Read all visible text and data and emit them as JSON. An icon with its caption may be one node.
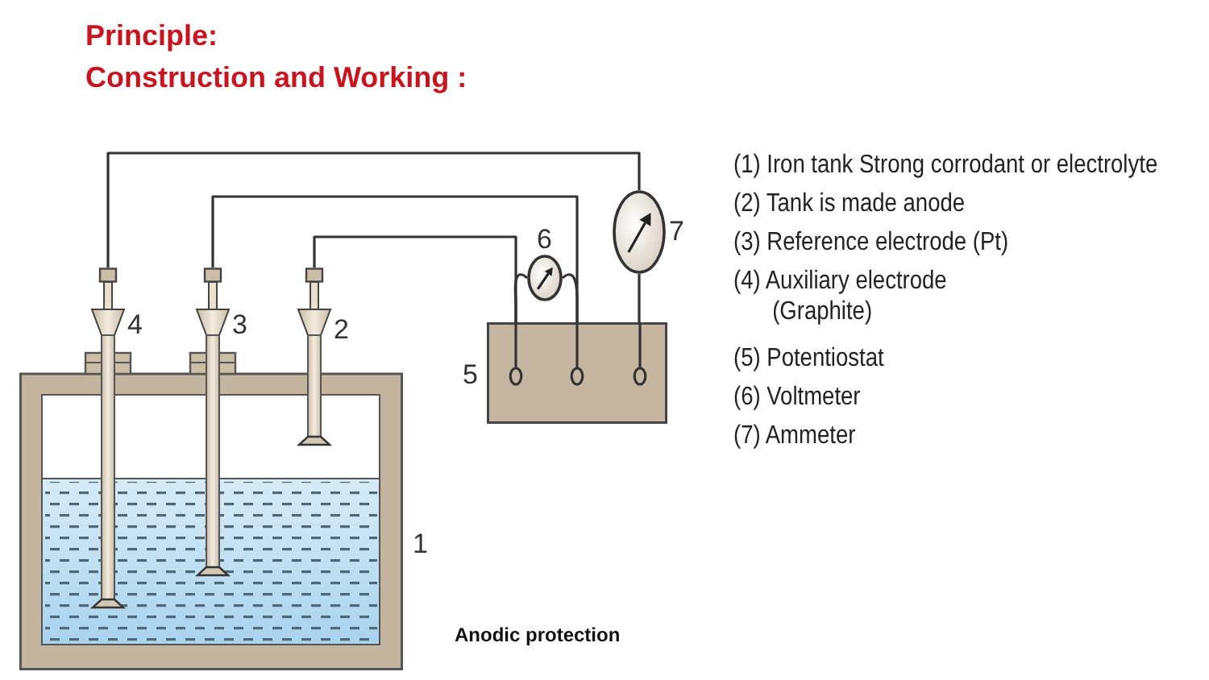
{
  "diagram": {
    "title": "Principle:",
    "caption": "Anodic protection",
    "nodes": [
      {
        "text": [],
        "shape": "picture",
        "beside": [
          "1"
        ]
      },
      {
        "text": [],
        "shape": "bar",
        "beside": [
          "4"
        ]
      },
      {
        "text": [],
        "shape": "bar",
        "beside": [
          "3"
        ]
      },
      {
        "text": [],
        "shape": "bar",
        "beside": [
          "2"
        ]
      },
      {
        "text": [],
        "shape": "box",
        "beside": [
          "5"
        ]
      },
      {
        "text": [],
        "shape": "circle",
        "beside": [
          "6"
        ]
      },
      {
        "text": [],
        "shape": "circle",
        "beside": [
          "7"
        ]
      }
    ],
    "edges": [
      {
        "from": 1,
        "to": 6,
        "arrow": "none"
      },
      {
        "from": 6,
        "to": 4,
        "arrow": "none"
      },
      {
        "from": 2,
        "to": 4,
        "arrow": "none"
      },
      {
        "from": 3,
        "to": 4,
        "arrow": "none"
      },
      {
        "from": 5,
        "to": 4,
        "arrow": "none"
      },
      {
        "from": 5,
        "to": 4,
        "arrow": "none"
      }
    ],
    "labels": [
      "Construction and Working :",
      "(1) Iron tank Strong corrodant or electrolyte",
      "(2) Tank is made anode",
      "(3) Reference electrode (Pt)",
      "(4) Auxiliary electrode (Graphite)",
      "(5) Potentiostat",
      "(6) Voltmeter",
      "(7) Ammeter"
    ]
  }
}
